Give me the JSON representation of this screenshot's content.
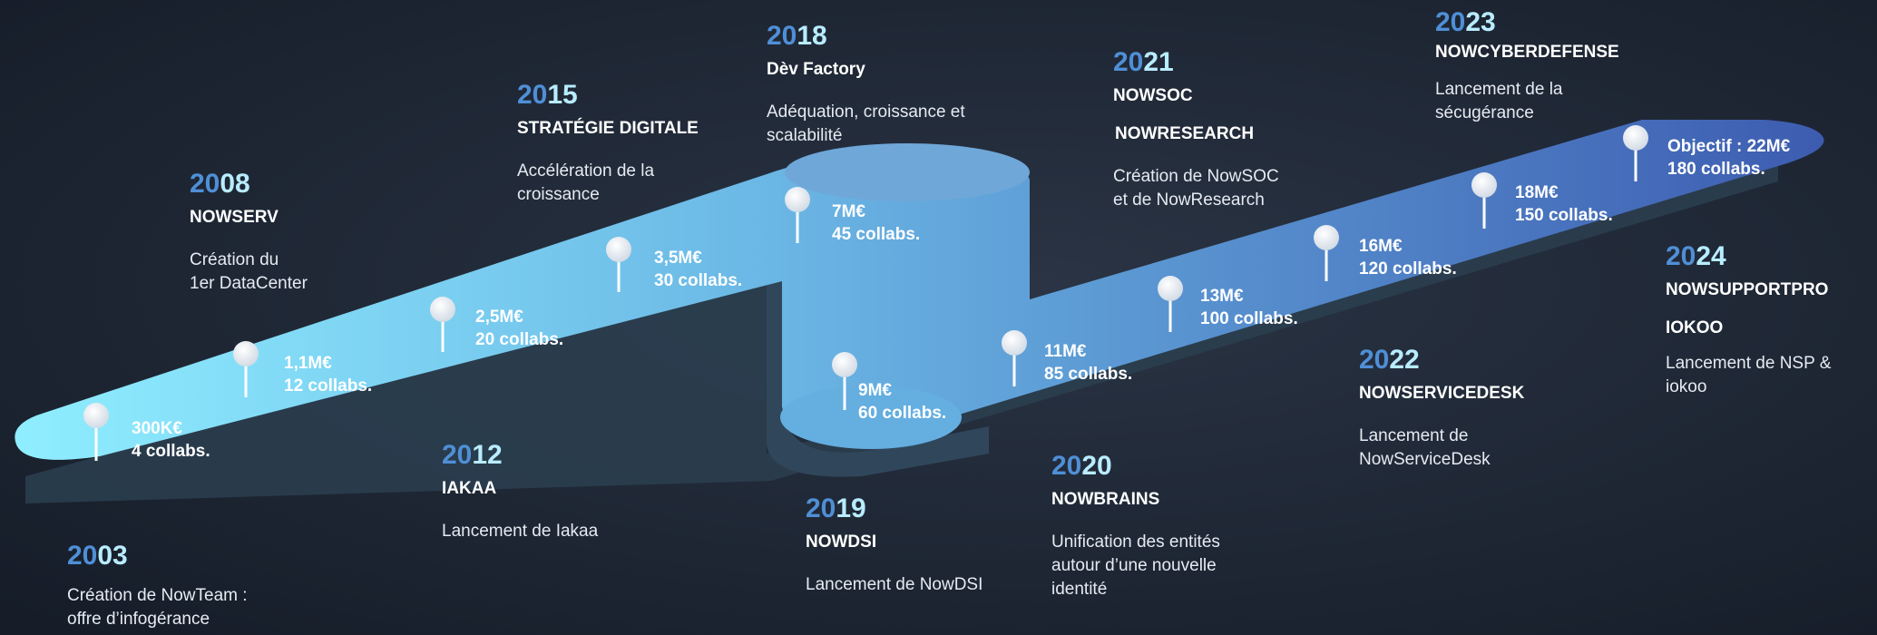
{
  "colors": {
    "background": "#1b2433",
    "road_start": "#8feeff",
    "road_end": "#3d5cb0",
    "year_prefix": "#4f8fd6",
    "year_suffix": "#b8ecff"
  },
  "milestones": [
    {
      "year_a": "20",
      "year_b": "03",
      "title": "",
      "title2": "",
      "desc": "Création de NowTeam :\noffre d’infogérance"
    },
    {
      "year_a": "20",
      "year_b": "08",
      "title": "NOWSERV",
      "title2": "",
      "desc": "Création du\n1er DataCenter"
    },
    {
      "year_a": "20",
      "year_b": "12",
      "title": "IAKAA",
      "title2": "",
      "desc": "Lancement de Iakaa"
    },
    {
      "year_a": "20",
      "year_b": "15",
      "title": "STRATÉGIE DIGITALE",
      "title2": "",
      "desc": "Accélération de la\ncroissance"
    },
    {
      "year_a": "20",
      "year_b": "18",
      "title": "Dèv Factory",
      "title2": "",
      "desc": "Adéquation, croissance et\nscalabilité"
    },
    {
      "year_a": "20",
      "year_b": "19",
      "title": "NOWDSI",
      "title2": "",
      "desc": "Lancement de NowDSI"
    },
    {
      "year_a": "20",
      "year_b": "20",
      "title": "NOWBRAINS",
      "title2": "",
      "desc": "Unification des entités\nautour d’une nouvelle\nidentité"
    },
    {
      "year_a": "20",
      "year_b": "21",
      "title": "NOWSOC",
      "title2": "NOWRESEARCH",
      "desc": "Création de NowSOC\net de NowResearch"
    },
    {
      "year_a": "20",
      "year_b": "22",
      "title": "NOWSERVICEDESK",
      "title2": "",
      "desc": "Lancement de\nNowServiceDesk"
    },
    {
      "year_a": "20",
      "year_b": "23",
      "title": "NOWCYBERDEFENSE",
      "title2": "",
      "desc": "Lancement de la\nsécugérance"
    },
    {
      "year_a": "20",
      "year_b": "24",
      "title": "NOWSUPPORTPRO",
      "title2": "IOKOO",
      "desc": "Lancement de NSP & iokoo"
    }
  ],
  "stats": [
    {
      "text": "300K€\n4 collabs."
    },
    {
      "text": "1,1M€\n12 collabs."
    },
    {
      "text": "2,5M€\n20 collabs."
    },
    {
      "text": "3,5M€\n30 collabs."
    },
    {
      "text": "7M€\n45 collabs."
    },
    {
      "text": "9M€\n60 collabs."
    },
    {
      "text": "11M€\n85 collabs."
    },
    {
      "text": "13M€\n100 collabs."
    },
    {
      "text": "16M€\n120 collabs."
    },
    {
      "text": "18M€\n150 collabs."
    },
    {
      "text": "Objectif : 22M€\n180 collabs."
    }
  ]
}
